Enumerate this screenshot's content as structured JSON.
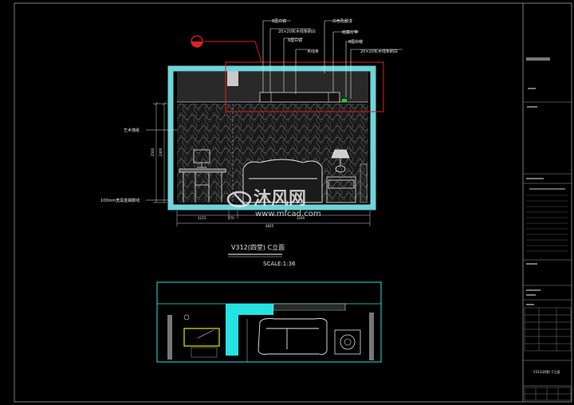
{
  "elevation": {
    "title": "V312(四堂) C立面",
    "scale": "SCALE:1:36",
    "callouts_top": [
      "8厘白镜",
      "20×20实木线条刷白",
      "8厘白镜",
      "木线条",
      "白色乳胶漆",
      "暗藏灯带",
      "8厘白镜",
      "20×20实木线条刷白"
    ],
    "callouts_left": [
      "艺术墙纸",
      "100mm宽黑金踢脚线"
    ],
    "dims_horizontal": [
      "1215",
      "270",
      "3340",
      "4825"
    ],
    "dims_vertical": [
      "2500",
      "2400"
    ]
  },
  "title_block": {
    "drawing_name": "V312(四堂) C立面"
  },
  "watermark": {
    "main": "沐风网",
    "url": "www.mfcad.com"
  },
  "colors": {
    "wall_border": "#6fd5d8",
    "plan_line": "#25e3e3",
    "callout_red": "#e02020",
    "frame_line": "#9a9a9a",
    "highlight_yellow": "#e6e600"
  }
}
